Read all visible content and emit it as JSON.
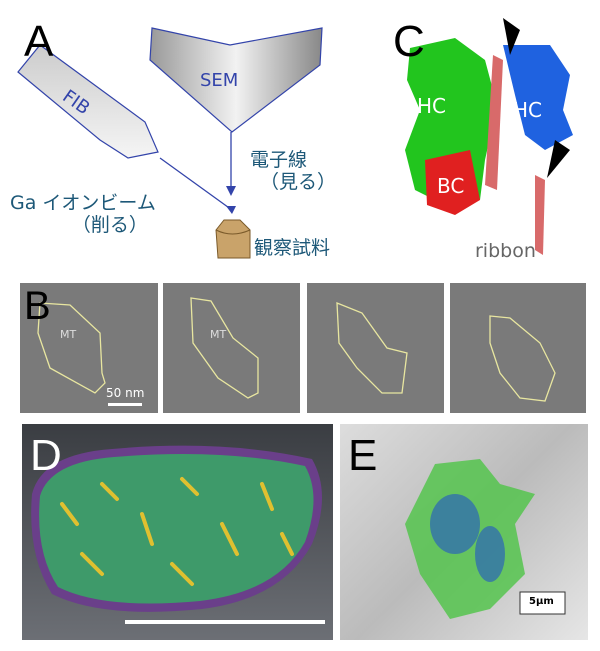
{
  "panels": {
    "a": {
      "label": "A",
      "fib": "FIB",
      "sem": "SEM",
      "electron_beam": "電子線",
      "electron_beam_note": "（見る）",
      "ion_beam": "Ga イオンビーム",
      "ion_beam_note": "（削る）",
      "sample": "観察試料"
    },
    "b": {
      "label": "B",
      "mt": "MT",
      "scale_bar": "50 nm"
    },
    "c": {
      "label": "C",
      "hc": "HC",
      "bc": "BC",
      "ribbon": "ribbon"
    },
    "d": {
      "label": "D"
    },
    "e": {
      "label": "E",
      "scale_bar": "5μm"
    }
  },
  "colors": {
    "text_blue": "#1d5878",
    "hc_green": "#22c51e",
    "hc_blue": "#1f62e0",
    "bc_red": "#e02020",
    "ribbon": "#d86a6a"
  }
}
